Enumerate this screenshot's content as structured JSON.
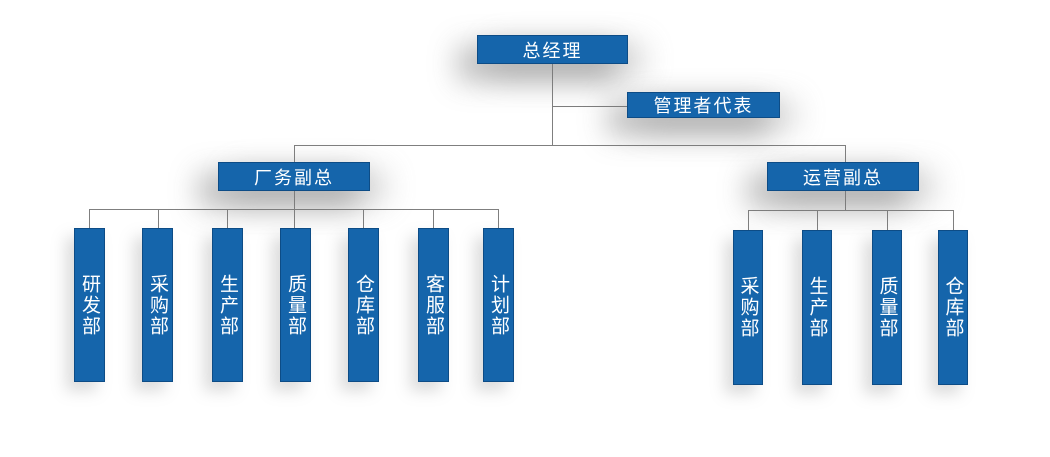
{
  "colors": {
    "box_blue": "#1565ab",
    "box_border": "#0d4c86",
    "connector_gray": "#7f7f7f",
    "label_white": "#ffffff"
  },
  "org": {
    "root": {
      "label": "总经理"
    },
    "staff": {
      "label": "管理者代表"
    },
    "branches": [
      {
        "label": "厂务副总",
        "departments": [
          "研发部",
          "采购部",
          "生产部",
          "质量部",
          "仓库部",
          "客服部",
          "计划部"
        ]
      },
      {
        "label": "运营副总",
        "departments": [
          "采购部",
          "生产部",
          "质量部",
          "仓库部"
        ]
      }
    ]
  }
}
